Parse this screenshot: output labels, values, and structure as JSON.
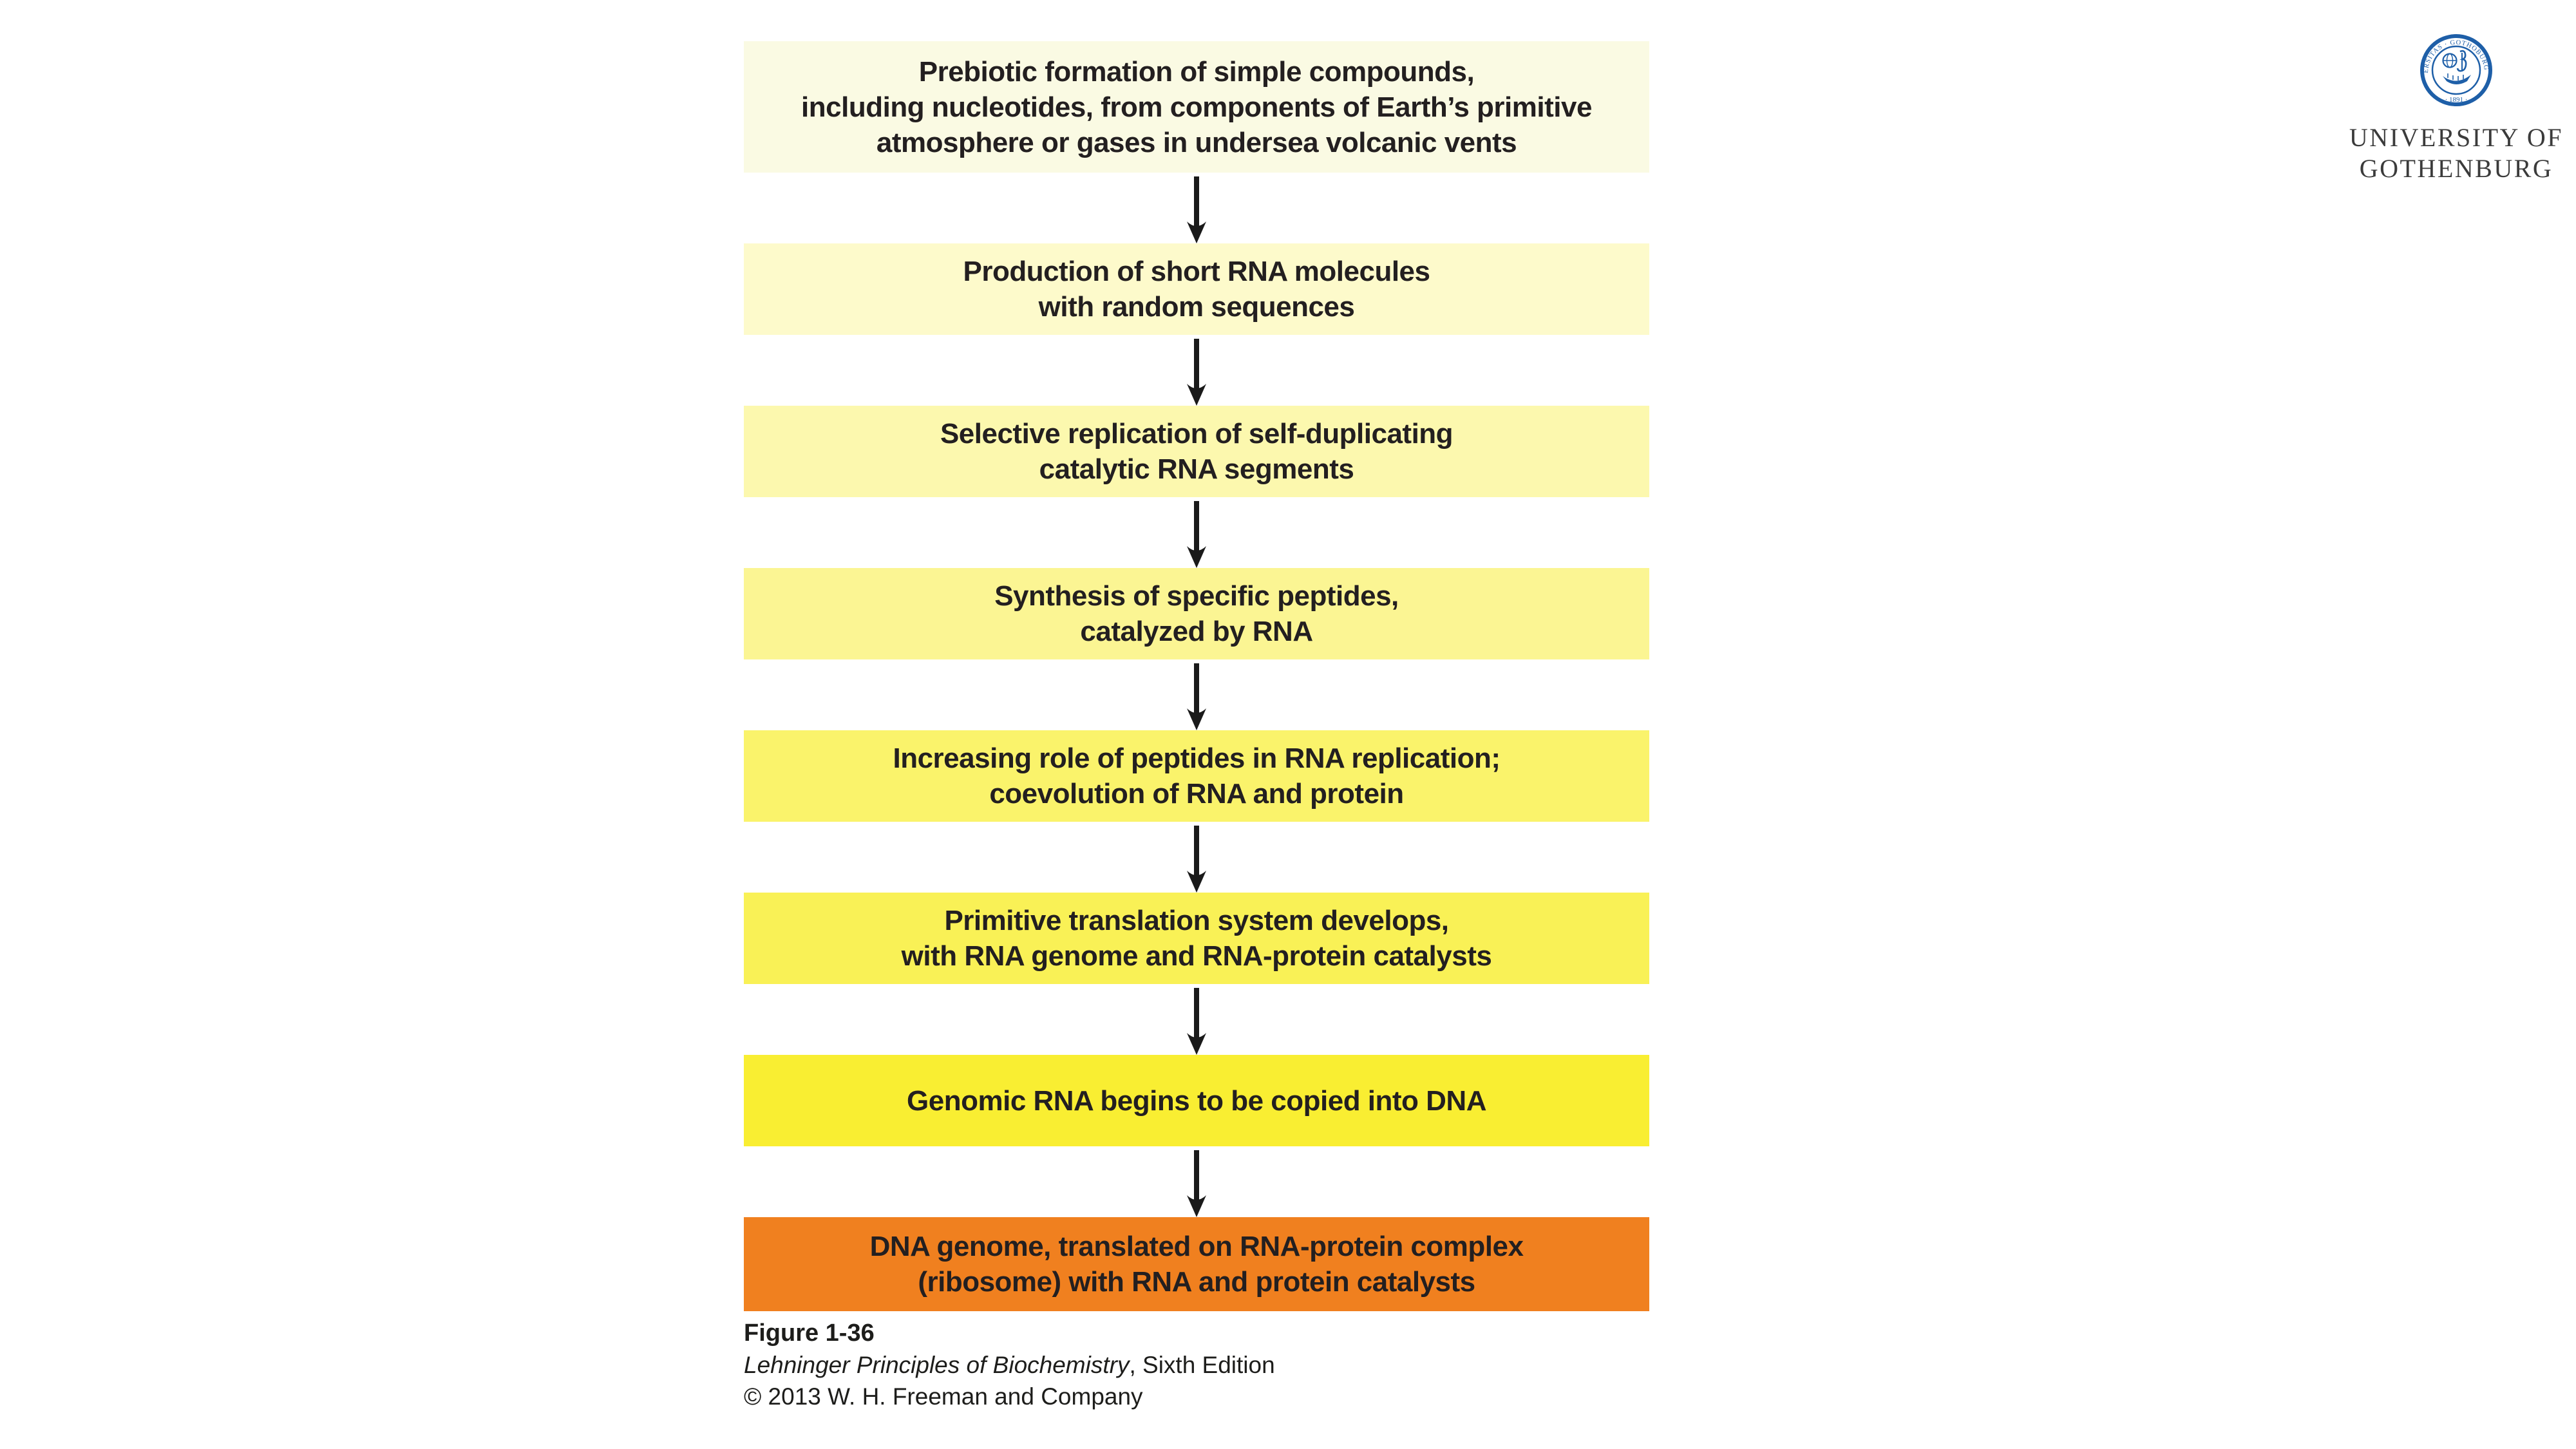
{
  "header_logo": {
    "seal_ring_text": "UNIVERSITAS · GOTHOBURGENSIS",
    "seal_year": "· 1891 ·",
    "wordmark_line1": "UNIVERSITY OF",
    "wordmark_line2": "GOTHENBURG",
    "seal_color": "#1E5FA8",
    "wordmark_color": "#3B3B3B"
  },
  "flowchart": {
    "arrow_color": "#1A1A1A",
    "text_color": "#231F20",
    "steps": [
      {
        "color": "#FAFAE3",
        "lines": [
          "Prebiotic formation of simple compounds,",
          "including nucleotides, from components of Earth’s primitive",
          "atmosphere or gases in undersea volcanic vents"
        ]
      },
      {
        "color": "#FDFACB",
        "lines": [
          "Production of short RNA molecules",
          "with random sequences"
        ]
      },
      {
        "color": "#FCF8AE",
        "lines": [
          "Selective replication of self-duplicating",
          "catalytic RNA segments"
        ]
      },
      {
        "color": "#FBF593",
        "lines": [
          "Synthesis of specific peptides,",
          "catalyzed by RNA"
        ]
      },
      {
        "color": "#FAF36B",
        "lines": [
          "Increasing role of peptides in RNA replication;",
          "coevolution of RNA and protein"
        ]
      },
      {
        "color": "#F9F156",
        "lines": [
          "Primitive translation system develops,",
          "with RNA genome and RNA-protein catalysts"
        ]
      },
      {
        "color": "#F9EE32",
        "lines": [
          "Genomic RNA begins to be copied into DNA"
        ]
      },
      {
        "color": "#F0801F",
        "lines": [
          "DNA genome, translated on RNA-protein complex",
          "(ribosome) with RNA and protein catalysts"
        ]
      }
    ]
  },
  "caption": {
    "figure_label": "Figure 1-36",
    "source_title": "Lehninger Principles of Biochemistry",
    "source_suffix": ", Sixth Edition",
    "copyright": "© 2013 W. H. Freeman and Company"
  }
}
